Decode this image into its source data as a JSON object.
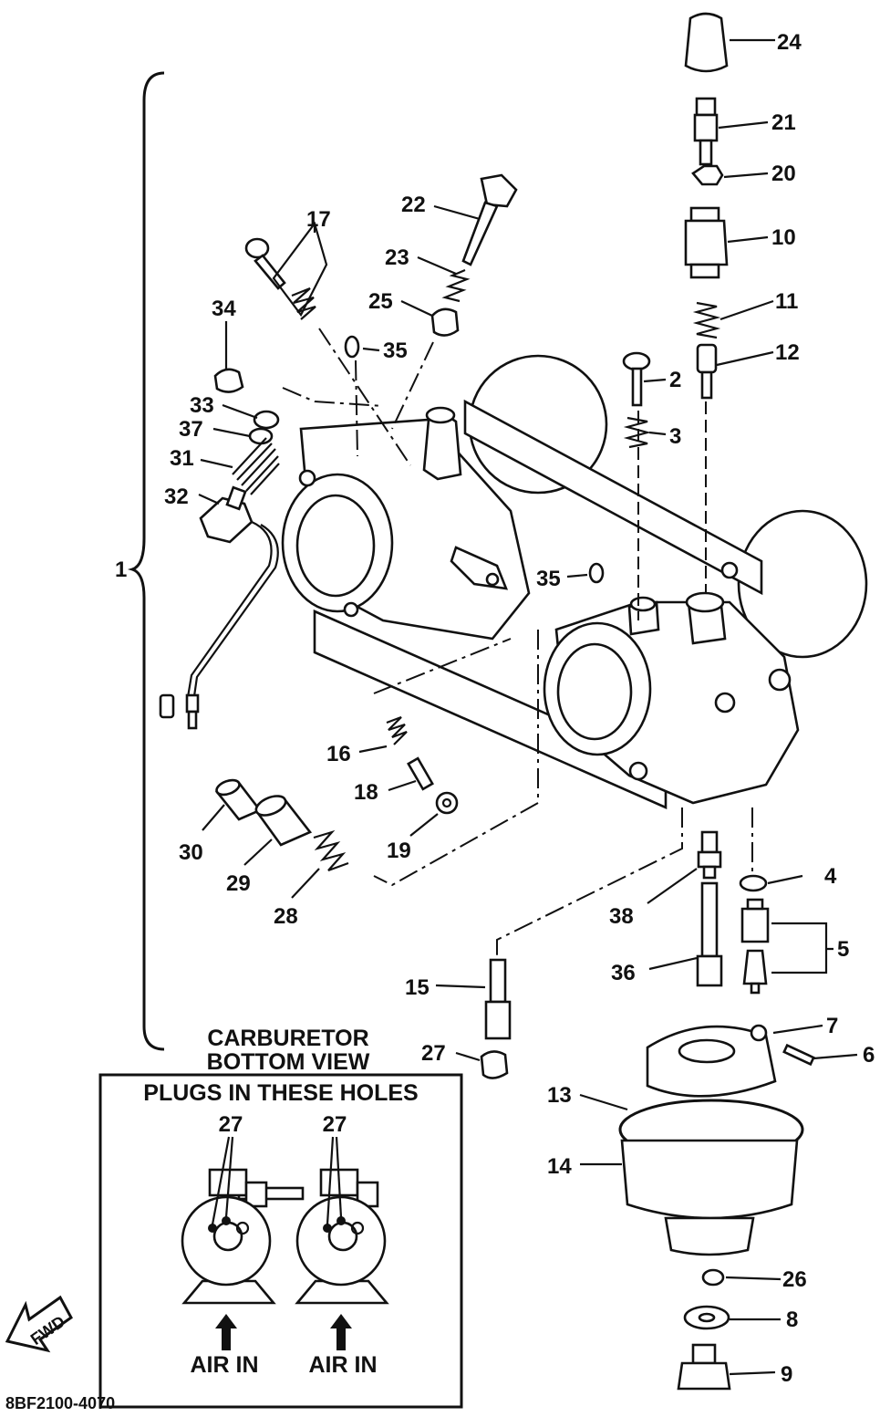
{
  "diagram_code": "8BF2100-4070",
  "callouts": {
    "c1": "1",
    "c2": "2",
    "c3": "3",
    "c4": "4",
    "c5": "5",
    "c6": "6",
    "c7": "7",
    "c8": "8",
    "c9": "9",
    "c10": "10",
    "c11": "11",
    "c12": "12",
    "c13": "13",
    "c14": "14",
    "c15": "15",
    "c16": "16",
    "c17": "17",
    "c18": "18",
    "c19": "19",
    "c20": "20",
    "c21": "21",
    "c22": "22",
    "c23": "23",
    "c24": "24",
    "c25": "25",
    "c26": "26",
    "c27": "27",
    "c28": "28",
    "c29": "29",
    "c30": "30",
    "c31": "31",
    "c32": "32",
    "c33": "33",
    "c34": "34",
    "c35a": "35",
    "c35b": "35",
    "c36": "36",
    "c37": "37",
    "c38": "38"
  },
  "inset": {
    "title_line1": "CARBURETOR",
    "title_line2": "BOTTOM VIEW",
    "header": "PLUGS IN THESE HOLES",
    "plug_label_left": "27",
    "plug_label_right": "27",
    "air_in_left": "AIR IN",
    "air_in_right": "AIR IN"
  },
  "fwd_label": "FWD"
}
